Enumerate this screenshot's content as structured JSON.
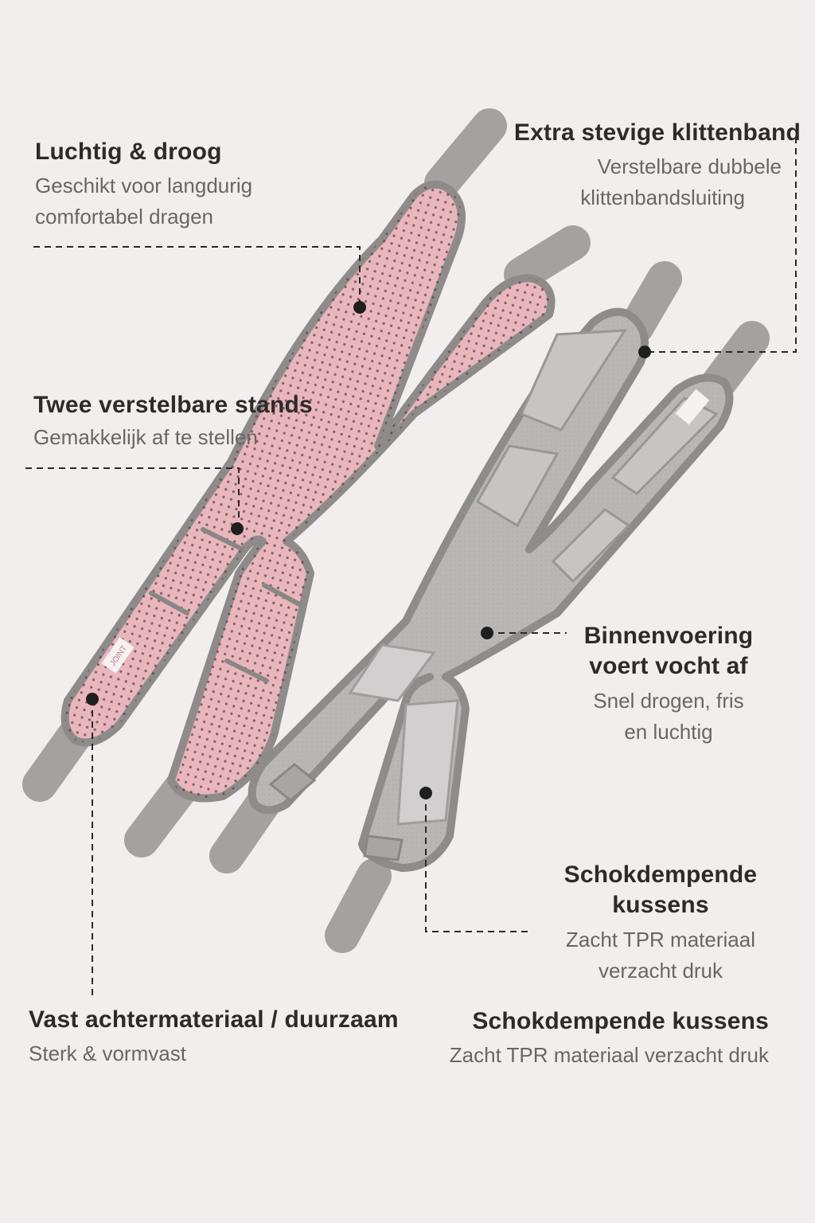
{
  "colors": {
    "background": "#f3eeee",
    "pink_brace": "#e8b6bc",
    "grey_brace": "#b9b6b6",
    "strap": "#a4a0a0",
    "edge": "#8f8b8b",
    "title_text": "#2f2a2a",
    "subtitle_text": "#6b6666",
    "leader_line": "#2a2a2a"
  },
  "annotations": {
    "breathable": {
      "title": "Luchtig & droog",
      "line1": "Geschikt voor langdurig",
      "line2": "comfortabel dragen"
    },
    "velcro": {
      "title": "Extra stevige klittenband",
      "line1": "Verstelbare dubbele",
      "line2": "klittenbandsluiting"
    },
    "stands": {
      "title": "Twee verstelbare stands",
      "line1": "Gemakkelijk af te stellen"
    },
    "lining": {
      "title1": "Binnenvoering",
      "title2": "voert vocht af",
      "line1": "Snel drogen, fris",
      "line2": "en luchtig"
    },
    "cushion": {
      "title1": "Schokdempende",
      "title2": "kussens",
      "line1": "Zacht TPR materiaal",
      "line2": "verzacht druk"
    },
    "backing": {
      "title": "Vast achtermateriaal / duurzaam",
      "line1": "Sterk & vormvast"
    },
    "cushion_bottom": {
      "title": "Schokdempende kussens",
      "line1": "Zacht TPR materiaal verzacht druk"
    }
  },
  "product": {
    "brand_tag": "JOINT"
  }
}
